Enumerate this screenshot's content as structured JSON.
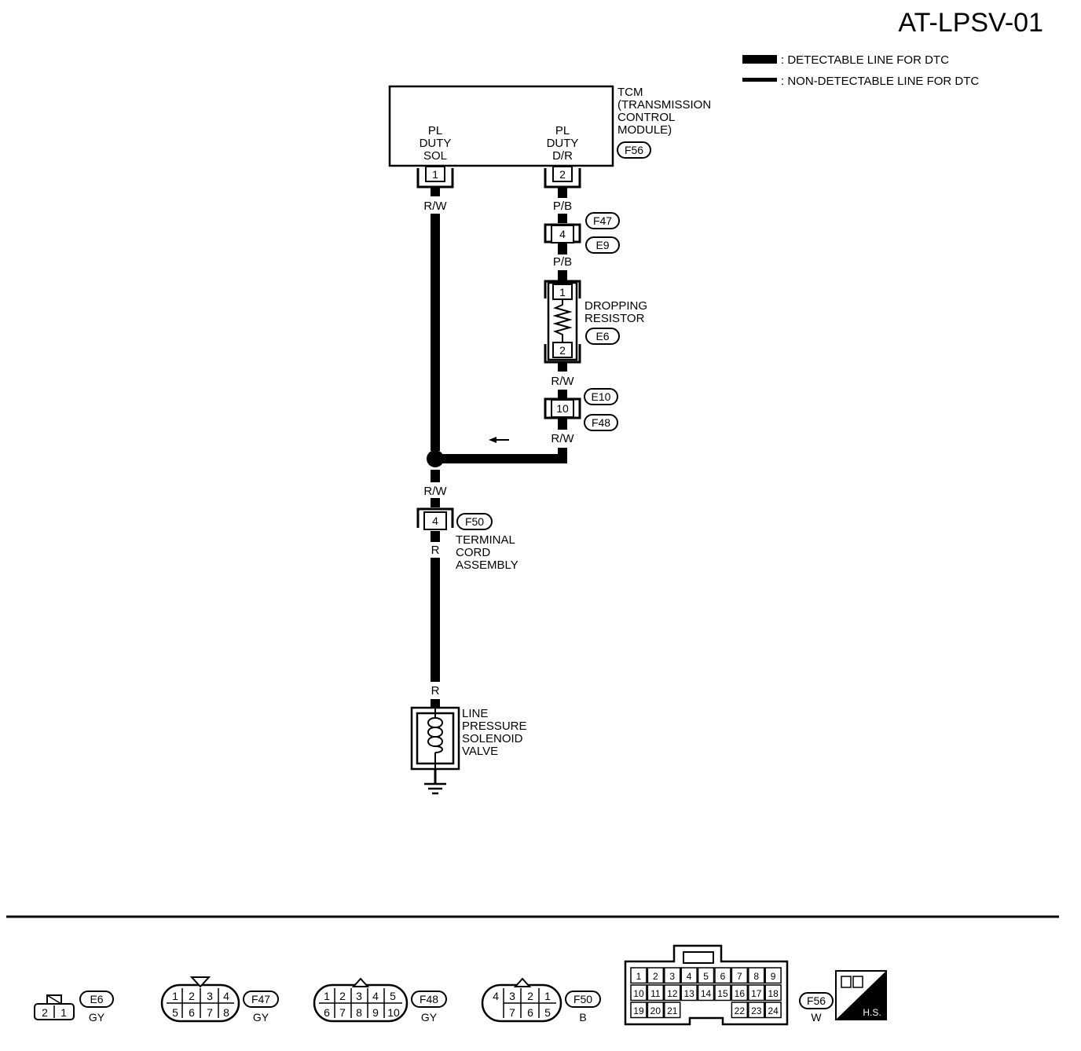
{
  "page_id": "AT-LPSV-01",
  "legend": {
    "detectable": ": DETECTABLE LINE FOR DTC",
    "non_detectable": ": NON-DETECTABLE LINE FOR DTC"
  },
  "tcm": {
    "name_lines": [
      "TCM",
      "(TRANSMISSION",
      "CONTROL",
      "MODULE)"
    ],
    "connector": "F56",
    "terminal_1": {
      "label_lines": [
        "PL",
        "DUTY",
        "SOL"
      ],
      "pin": "1"
    },
    "terminal_2": {
      "label_lines": [
        "PL",
        "DUTY",
        "D/R"
      ],
      "pin": "2"
    }
  },
  "wires": {
    "tcm1": "R/W",
    "tcm2": "P/B",
    "f47_below": "P/B",
    "resistor_below": "R/W",
    "e10_below": "R/W",
    "junction_below": "R/W",
    "f50_below": "R",
    "solenoid_above": "R"
  },
  "connectors": {
    "f47_e9": {
      "pin": "4",
      "top": "F47",
      "bottom": "E9"
    },
    "e10_f48": {
      "pin": "10",
      "top": "E10",
      "bottom": "F48"
    },
    "f50": {
      "pin": "4",
      "id": "F50"
    }
  },
  "resistor": {
    "name_lines": [
      "DROPPING",
      "RESISTOR"
    ],
    "connector": "E6",
    "pin_top": "1",
    "pin_bottom": "2"
  },
  "terminal_cord": {
    "name_lines": [
      "TERMINAL",
      "CORD",
      "ASSEMBLY"
    ]
  },
  "solenoid": {
    "name_lines": [
      "LINE",
      "PRESSURE",
      "SOLENOID",
      "VALVE"
    ]
  },
  "connector_views": {
    "e6": {
      "id": "E6",
      "color": "GY",
      "pins": [
        "2",
        "1"
      ]
    },
    "f47": {
      "id": "F47",
      "color": "GY",
      "top": [
        "1",
        "2",
        "3",
        "4"
      ],
      "bottom": [
        "5",
        "6",
        "7",
        "8"
      ]
    },
    "f48": {
      "id": "F48",
      "color": "GY",
      "top": [
        "1",
        "2",
        "3",
        "4",
        "5"
      ],
      "bottom": [
        "6",
        "7",
        "8",
        "9",
        "10"
      ]
    },
    "f50": {
      "id": "F50",
      "color": "B",
      "top": [
        "4",
        "3",
        "2",
        "1"
      ],
      "bottom": [
        "7",
        "6",
        "5"
      ]
    },
    "f56": {
      "id": "F56",
      "color": "W",
      "row1": [
        "1",
        "2",
        "3",
        "4",
        "5",
        "6",
        "7",
        "8",
        "9"
      ],
      "row2": [
        "10",
        "11",
        "12",
        "13",
        "14",
        "15",
        "16",
        "17",
        "18"
      ],
      "row3_left": [
        "19",
        "20",
        "21"
      ],
      "row3_right": [
        "22",
        "23",
        "24"
      ]
    },
    "hs_badge": "H.S."
  }
}
